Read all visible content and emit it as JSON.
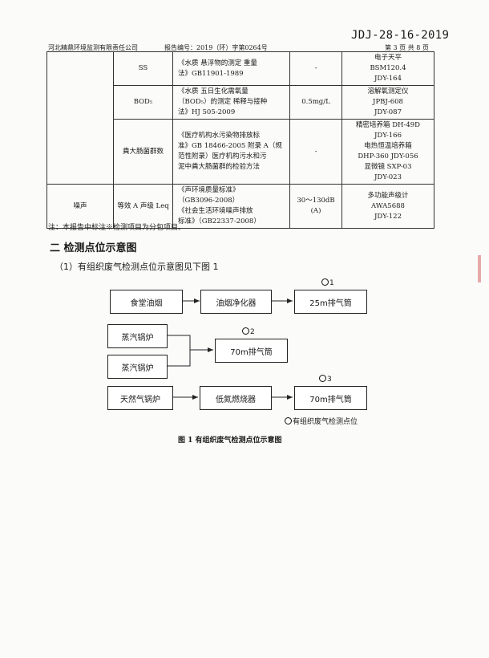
{
  "header": {
    "doc_code": "JDJ-28-16-2019",
    "company": "河北精鼎环境监测有限责任公司",
    "report_no": "报告编号：2019（环）字第0264号",
    "page": "第 3 页 共 8 页"
  },
  "table": {
    "rows": [
      {
        "category": "",
        "item": "SS",
        "method": [
          "《水质 悬浮物的测定 重量",
          "法》GB11901-1989"
        ],
        "limit": "-",
        "instrument": [
          "电子天平",
          "BSM120.4",
          "JDY-164"
        ]
      },
      {
        "category": "",
        "item": "BOD₅",
        "method": [
          "《水质 五日生化需氧量",
          "（BOD₅）的测定 稀释与接种",
          "法》HJ 505-2009"
        ],
        "limit": "0.5mg/L",
        "instrument": [
          "溶解氧测定仪",
          "JPBJ-608",
          "JDY-087"
        ]
      },
      {
        "category": "",
        "item": "粪大肠菌群数",
        "method": [
          "《医疗机构水污染物排放标",
          "准》GB 18466-2005 附录 A（规",
          "范性附录）医疗机构污水和污",
          "泥中粪大肠菌群的检验方法"
        ],
        "limit": "-",
        "instrument": [
          "精密培养箱 DH-49D",
          "JDY-166",
          "电热恒温培养箱",
          "DHP-360 JDY-056",
          "显微镜 SXP-03",
          "JDY-023"
        ]
      },
      {
        "category": "噪声",
        "item": "等效 A 声级 Leq",
        "method": [
          "《声环境质量标准》",
          "（GB3096-2008）",
          "《社会生活环境噪声排放",
          "标准》（GB22337-2008）"
        ],
        "limit": "30～130dB(A)",
        "instrument": [
          "多功能声级计",
          "AWA5688",
          "JDY-122"
        ]
      }
    ]
  },
  "note": "注：本报告中标注※检测项目为分包项目。",
  "section_title": "二 检测点位示意图",
  "subsection_title": "（1）有组织废气检测点位示意图见下图 1",
  "diagram": {
    "flow1": {
      "source": "食堂油烟",
      "process": "油烟净化器",
      "stack": "25m排气筒",
      "point": "1"
    },
    "flow2": {
      "source_a": "蒸汽锅炉",
      "source_b": "蒸汽锅炉",
      "stack": "70m排气筒",
      "point": "2"
    },
    "flow3": {
      "source": "天然气锅炉",
      "process": "低氮燃烧器",
      "stack": "70m排气筒",
      "point": "3"
    },
    "legend": "有组织废气检测点位",
    "caption": "图 1   有组织废气检测点位示意图"
  }
}
